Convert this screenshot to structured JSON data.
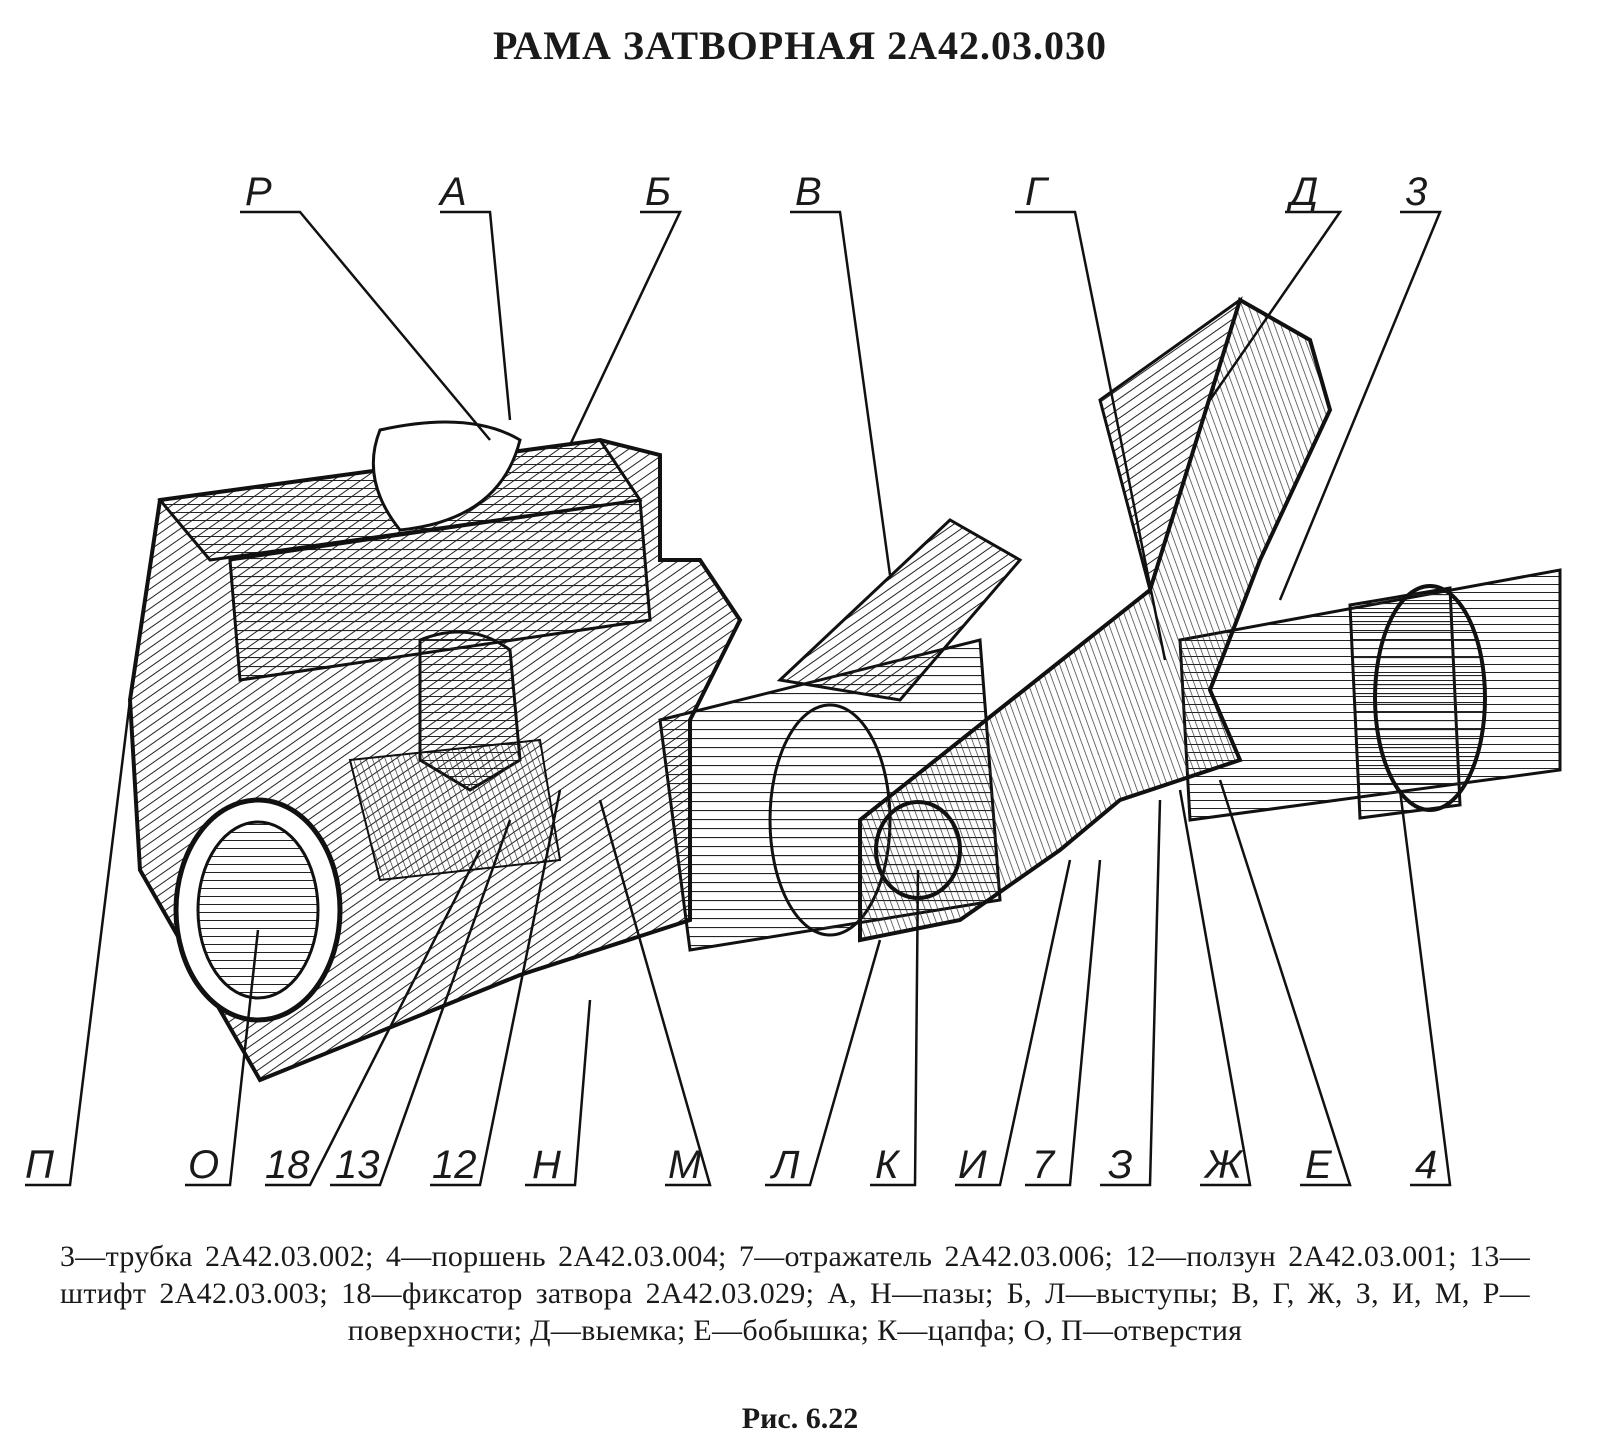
{
  "title": "РАМА ЗАТВОРНАЯ 2А42.03.030",
  "labels": {
    "top": [
      "Р",
      "А",
      "Б",
      "В",
      "Г",
      "Д",
      "3"
    ],
    "bottom": [
      "П",
      "О",
      "18",
      "13",
      "12",
      "Н",
      "М",
      "Л",
      "К",
      "И",
      "7",
      "З",
      "Ж",
      "Е",
      "4"
    ]
  },
  "caption": "3—трубка 2А42.03.002; 4—поршень 2А42.03.004; 7—отражатель 2А42.03.006; 12—ползун 2А42.03.001; 13—штифт 2А42.03.003; 18—фиксатор затвора 2А42.03.029; А, Н—пазы; Б, Л—выступы; В, Г, Ж, З, И, М, Р—поверхности; Д—выемка; Е—бобышка; К—цапфа; О, П—отверстия",
  "figure_number": "Рис. 6.22"
}
